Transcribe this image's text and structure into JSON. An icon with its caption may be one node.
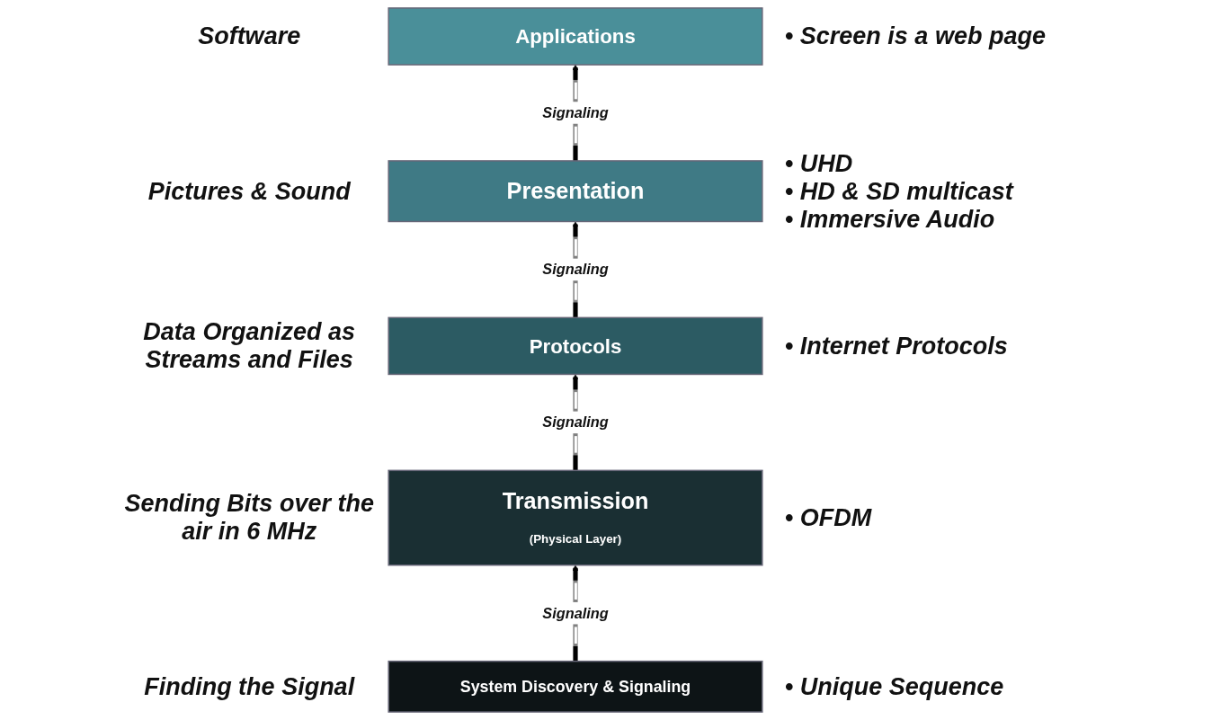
{
  "diagram": {
    "nodes": [
      {
        "text": [
          "Applications"
        ],
        "beside": [
          "Software",
          "• Screen is a web page"
        ]
      },
      {
        "text": [
          "Presentation"
        ],
        "beside": [
          "Pictures & Sound",
          "• UHD",
          "• HD & SD multicast",
          "• Immersive Audio"
        ]
      },
      {
        "text": [
          "Protocols"
        ],
        "beside": [
          "Data Organized as Streams and Files",
          "• Internet Protocols"
        ]
      },
      {
        "text": [
          "Transmission",
          "(Physical Layer)"
        ],
        "beside": [
          "Sending Bits over the air in 6 MHz",
          "• OFDM"
        ]
      },
      {
        "text": [
          "System Discovery & Signaling"
        ],
        "beside": [
          "Finding the Signal",
          "• Unique Sequence"
        ]
      }
    ],
    "edges": [
      {
        "from": 1,
        "to": 0,
        "arrow": "to",
        "label": "Signaling"
      },
      {
        "from": 2,
        "to": 1,
        "arrow": "to",
        "label": "Signaling"
      },
      {
        "from": 3,
        "to": 2,
        "arrow": "to",
        "label": "Signaling"
      },
      {
        "from": 4,
        "to": 3,
        "arrow": "to",
        "label": "Signaling"
      }
    ]
  }
}
